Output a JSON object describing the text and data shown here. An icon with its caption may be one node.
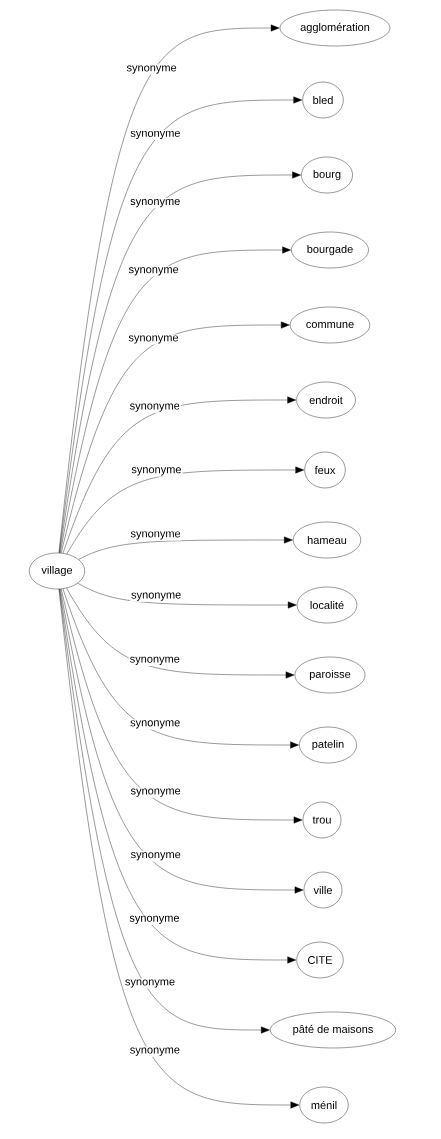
{
  "diagram": {
    "nodes": [
      {
        "text": [
          "village"
        ]
      },
      {
        "text": [
          "agglomération"
        ]
      },
      {
        "text": [
          "bled"
        ]
      },
      {
        "text": [
          "bourg"
        ]
      },
      {
        "text": [
          "bourgade"
        ]
      },
      {
        "text": [
          "commune"
        ]
      },
      {
        "text": [
          "endroit"
        ]
      },
      {
        "text": [
          "feux"
        ]
      },
      {
        "text": [
          "hameau"
        ]
      },
      {
        "text": [
          "localité"
        ]
      },
      {
        "text": [
          "paroisse"
        ]
      },
      {
        "text": [
          "patelin"
        ]
      },
      {
        "text": [
          "trou"
        ]
      },
      {
        "text": [
          "ville"
        ]
      },
      {
        "text": [
          "CITE"
        ]
      },
      {
        "text": [
          "pâté de maisons"
        ]
      },
      {
        "text": [
          "ménil"
        ]
      }
    ],
    "edges": [
      {
        "from": 0,
        "to": 1,
        "arrow": "to",
        "label": "synonyme"
      },
      {
        "from": 0,
        "to": 2,
        "arrow": "to",
        "label": "synonyme"
      },
      {
        "from": 0,
        "to": 3,
        "arrow": "to",
        "label": "synonyme"
      },
      {
        "from": 0,
        "to": 4,
        "arrow": "to",
        "label": "synonyme"
      },
      {
        "from": 0,
        "to": 5,
        "arrow": "to",
        "label": "synonyme"
      },
      {
        "from": 0,
        "to": 6,
        "arrow": "to",
        "label": "synonyme"
      },
      {
        "from": 0,
        "to": 7,
        "arrow": "to",
        "label": "synonyme"
      },
      {
        "from": 0,
        "to": 8,
        "arrow": "to",
        "label": "synonyme"
      },
      {
        "from": 0,
        "to": 9,
        "arrow": "to",
        "label": "synonyme"
      },
      {
        "from": 0,
        "to": 10,
        "arrow": "to",
        "label": "synonyme"
      },
      {
        "from": 0,
        "to": 11,
        "arrow": "to",
        "label": "synonyme"
      },
      {
        "from": 0,
        "to": 12,
        "arrow": "to",
        "label": "synonyme"
      },
      {
        "from": 0,
        "to": 13,
        "arrow": "to",
        "label": "synonyme"
      },
      {
        "from": 0,
        "to": 14,
        "arrow": "to",
        "label": "synonyme"
      },
      {
        "from": 0,
        "to": 15,
        "arrow": "to",
        "label": "synonyme"
      },
      {
        "from": 0,
        "to": 16,
        "arrow": "to",
        "label": "synonyme"
      }
    ]
  }
}
